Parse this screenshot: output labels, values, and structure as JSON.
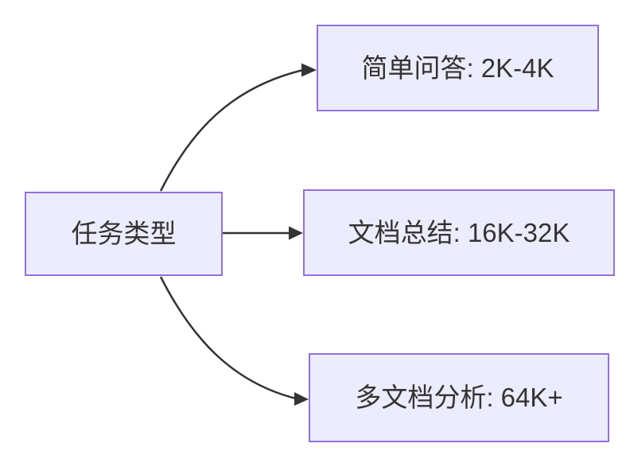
{
  "diagram": {
    "type": "flowchart",
    "direction": "left-to-right",
    "colors": {
      "background": "#FFFFFF",
      "node_fill": "#ECECFF",
      "node_border": "#9370DB",
      "edge": "#333333",
      "text": "#333333"
    },
    "root": {
      "id": "task-type",
      "label": "任务类型"
    },
    "children": [
      {
        "id": "simple-qa",
        "label": "简单问答: 2K-4K"
      },
      {
        "id": "doc-summary",
        "label": "文档总结: 16K-32K"
      },
      {
        "id": "multi-doc",
        "label": "多文档分析: 64K+"
      }
    ],
    "edges": [
      {
        "from": "task-type",
        "to": "simple-qa"
      },
      {
        "from": "task-type",
        "to": "doc-summary"
      },
      {
        "from": "task-type",
        "to": "multi-doc"
      }
    ]
  }
}
